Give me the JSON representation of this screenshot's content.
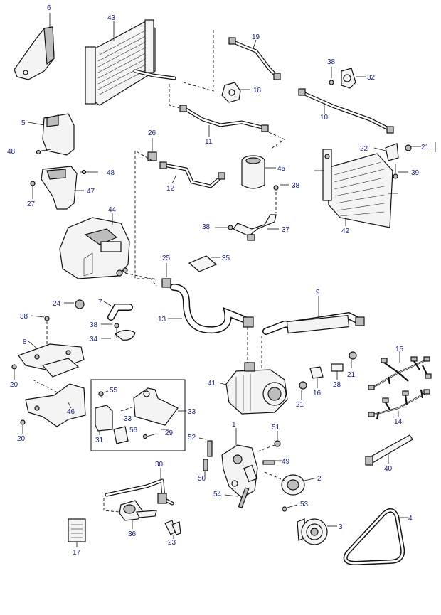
{
  "callouts": {
    "c1": "1",
    "c2": "2",
    "c3": "3",
    "c4": "4",
    "c5": "5",
    "c6": "6",
    "c7": "7",
    "c8": "8",
    "c9": "9",
    "c10": "10",
    "c11": "11",
    "c12": "12",
    "c13": "13",
    "c14": "14",
    "c15": "15",
    "c16": "16",
    "c17": "17",
    "c18": "18",
    "c19": "19",
    "c20a": "20",
    "c20b": "20",
    "c21a": "21",
    "c21b": "21",
    "c21c": "21",
    "c22": "22",
    "c23": "23",
    "c24": "24",
    "c25": "25",
    "c26": "26",
    "c27": "27",
    "c28": "28",
    "c29": "29",
    "c30": "30",
    "c31": "31",
    "c32": "32",
    "c33a": "33",
    "c33b": "33",
    "c34": "34",
    "c35": "35",
    "c36": "36",
    "c37": "37",
    "c38a": "38",
    "c38b": "38",
    "c38c": "38",
    "c38d": "38",
    "c38e": "38",
    "c39": "39",
    "c40": "40",
    "c41": "41",
    "c42": "42",
    "c43": "43",
    "c44": "44",
    "c45": "45",
    "c46": "46",
    "c47": "47",
    "c48a": "48",
    "c48b": "48",
    "c49": "49",
    "c50": "50",
    "c51": "51",
    "c52": "52",
    "c53": "53",
    "c54": "54",
    "c55": "55",
    "c56": "56"
  },
  "colors": {
    "callout_text": "#1a237e",
    "line": "#111111"
  }
}
